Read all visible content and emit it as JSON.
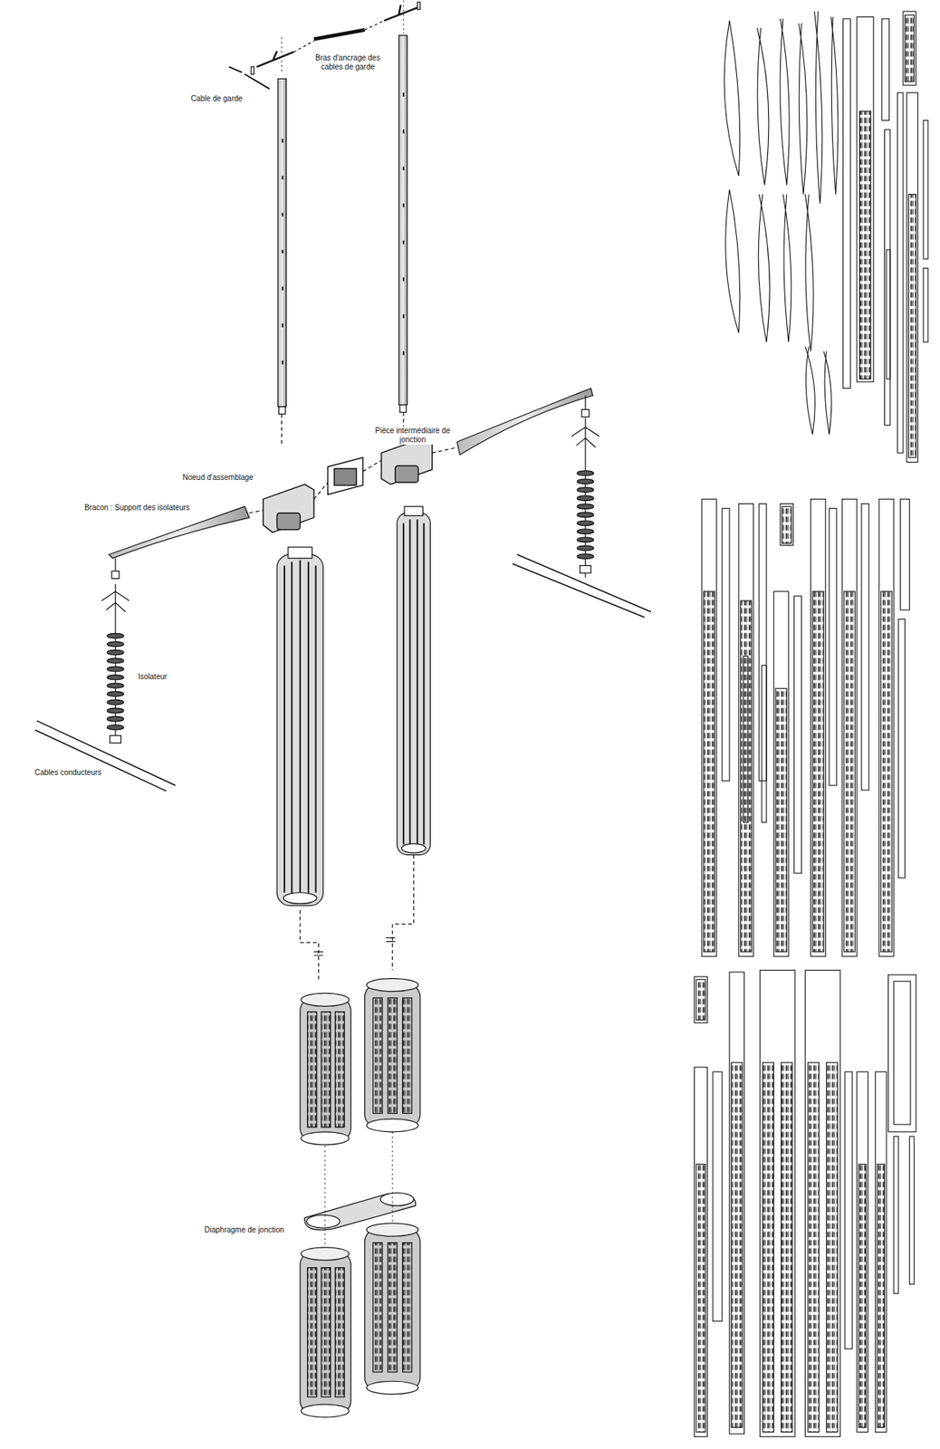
{
  "diagram": {
    "labels": [
      "Bras d'ancrage des cables de garde",
      "Cable de garde",
      "Pièce intermédiaire de jonction",
      "Noeud d'assemblage",
      "Bracon : Support des isolateurs",
      "Isolateur",
      "Cables conducteurs",
      "Diaphragme de jonction"
    ]
  }
}
